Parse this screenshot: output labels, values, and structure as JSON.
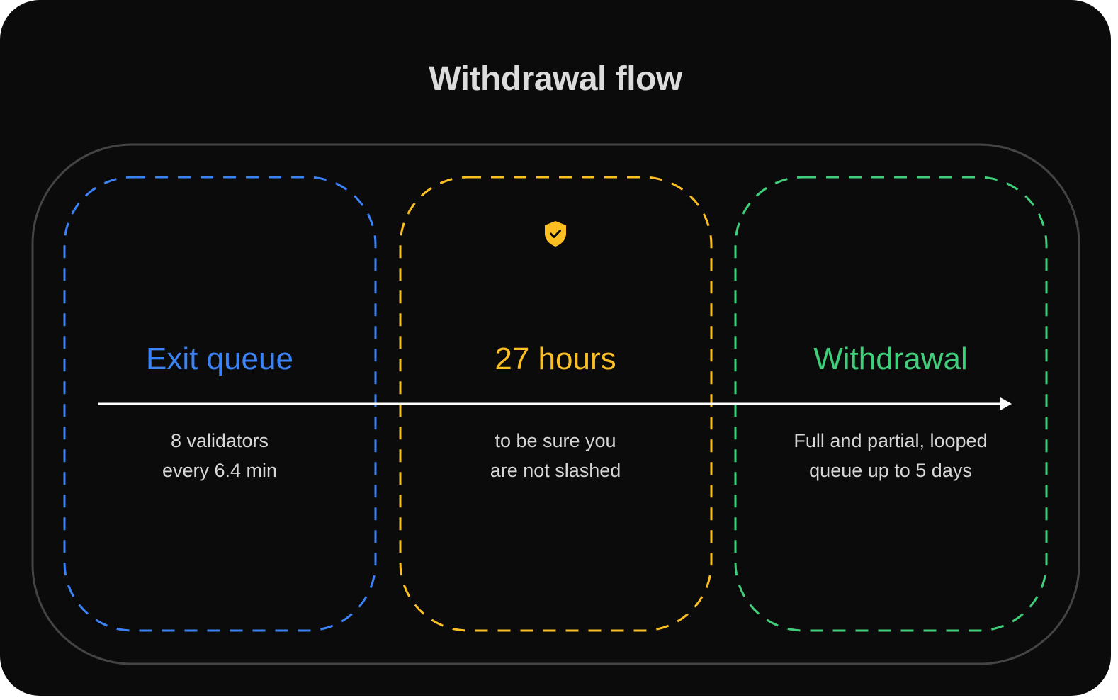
{
  "title": "Withdrawal flow",
  "colors": {
    "background": "#0b0b0b",
    "frame_border": "#444444",
    "arrow": "#ffffff",
    "exit_queue": "#3b82f6",
    "hours": "#fbbf24",
    "withdrawal": "#3fcf7a",
    "description_text": "#d7d7d7"
  },
  "stages": [
    {
      "title": "Exit queue",
      "color": "#3b82f6",
      "description": [
        "8 validators",
        "every 6.4 min"
      ]
    },
    {
      "title": "27 hours",
      "color": "#fbbf24",
      "icon": "shield-check-icon",
      "description": [
        "to be sure you",
        "are not slashed"
      ]
    },
    {
      "title": "Withdrawal",
      "color": "#3fcf7a",
      "description": [
        "Full and partial, looped",
        "queue up to 5 days"
      ]
    }
  ]
}
